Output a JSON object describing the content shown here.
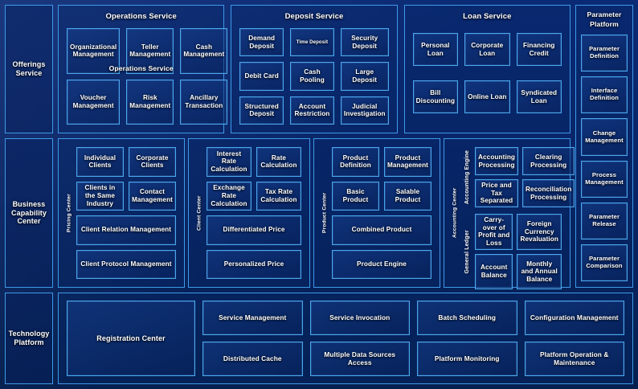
{
  "layers": {
    "offerings": {
      "label": "Offerings\nService",
      "groups": [
        {
          "title": "Operations Service",
          "stray_caption": "Operations Service",
          "items": [
            {
              "label": "Organizational Management"
            },
            {
              "label": "Teller Management"
            },
            {
              "label": "Cash Management"
            },
            {
              "label": "Voucher Management"
            },
            {
              "label": "Risk Management"
            },
            {
              "label": "Ancillary Transaction"
            }
          ]
        },
        {
          "title": "Deposit Service",
          "items": [
            {
              "label": "Demand Deposit"
            },
            {
              "label": "Time Deposit",
              "small": true
            },
            {
              "label": "Security Deposit"
            },
            {
              "label": "Debit Card"
            },
            {
              "label": "Cash Pooling"
            },
            {
              "label": "Large Deposit"
            },
            {
              "label": "Structured Deposit"
            },
            {
              "label": "Account Restriction"
            },
            {
              "label": "Judicial Investigation"
            }
          ]
        },
        {
          "title": "Loan Service",
          "items": [
            {
              "label": "Personal Loan"
            },
            {
              "label": "Corporate Loan"
            },
            {
              "label": "Financing Credit"
            },
            {
              "label": "Bill Discounting"
            },
            {
              "label": "Online Loan"
            },
            {
              "label": "Syndicated Loan"
            }
          ]
        }
      ]
    },
    "business": {
      "label": "Business\nCapability\nCenter",
      "centers": [
        {
          "vlabel": "Pricing Center",
          "top": [
            {
              "label": "Individual Clients"
            },
            {
              "label": "Corporate Clients"
            }
          ],
          "mid": [
            {
              "label": "Clients in the Same Industry"
            },
            {
              "label": "Contact Management"
            }
          ],
          "wide": [
            {
              "label": "Client Relation Management"
            },
            {
              "label": "Client Protocol Management"
            }
          ]
        },
        {
          "vlabel": "Client Center",
          "top": [
            {
              "label": "Interest Rate Calculation"
            },
            {
              "label": "Rate Calculation"
            }
          ],
          "mid": [
            {
              "label": "Exchange Rate Calculation"
            },
            {
              "label": "Tax Rate Calculation"
            }
          ],
          "wide": [
            {
              "label": "Differentiated Price"
            },
            {
              "label": "Personalized Price"
            }
          ]
        },
        {
          "vlabel": "Product Center",
          "top": [
            {
              "label": "Product Definition"
            },
            {
              "label": "Product Management"
            }
          ],
          "mid": [
            {
              "label": "Basic Product"
            },
            {
              "label": "Salable Product"
            }
          ],
          "wide": [
            {
              "label": "Combined Product"
            },
            {
              "label": "Product Engine"
            }
          ]
        }
      ],
      "accounting": {
        "vlabel": "Accounting Center",
        "subs": [
          {
            "vlabel": "Accounting Engine",
            "items": [
              {
                "label": "Accounting Processing"
              },
              {
                "label": "Clearing Processing"
              },
              {
                "label": "Price and Tax Separated"
              },
              {
                "label": "Reconciliation Processing"
              }
            ]
          },
          {
            "vlabel": "General  Ledger",
            "items": [
              {
                "label": "Carry-over of Profit and Loss"
              },
              {
                "label": "Foreign Currency Revaluation"
              },
              {
                "label": "Account Balance"
              },
              {
                "label": "Monthly and Annual Balance"
              }
            ]
          }
        ]
      }
    },
    "technology": {
      "label": "Technology\nPlatform",
      "registration": {
        "label": "Registration Center"
      },
      "columns": [
        {
          "top": {
            "label": "Service Management"
          },
          "bottom": {
            "label": "Distributed Cache"
          }
        },
        {
          "top": {
            "label": "Service Invocation"
          },
          "bottom": {
            "label": "Multiple Data Sources Access"
          }
        },
        {
          "top": {
            "label": "Batch Scheduling"
          },
          "bottom": {
            "label": "Platform Monitoring"
          }
        },
        {
          "top": {
            "label": "Configuration Management"
          },
          "bottom": {
            "label": "Platform Operation & Maintenance"
          }
        }
      ]
    },
    "parameter": {
      "title": "Parameter\nPlatform",
      "items": [
        {
          "label": "Parameter Definition"
        },
        {
          "label": "Interface Definition"
        },
        {
          "label": "Change Management"
        },
        {
          "label": "Process Management"
        },
        {
          "label": "Parameter Release"
        },
        {
          "label": "Parameter Comparison"
        }
      ]
    }
  },
  "colors": {
    "background": "#0a2472",
    "border": "#3d9ae8",
    "border_bright": "#4aa7ee",
    "text": "#ffffff"
  }
}
